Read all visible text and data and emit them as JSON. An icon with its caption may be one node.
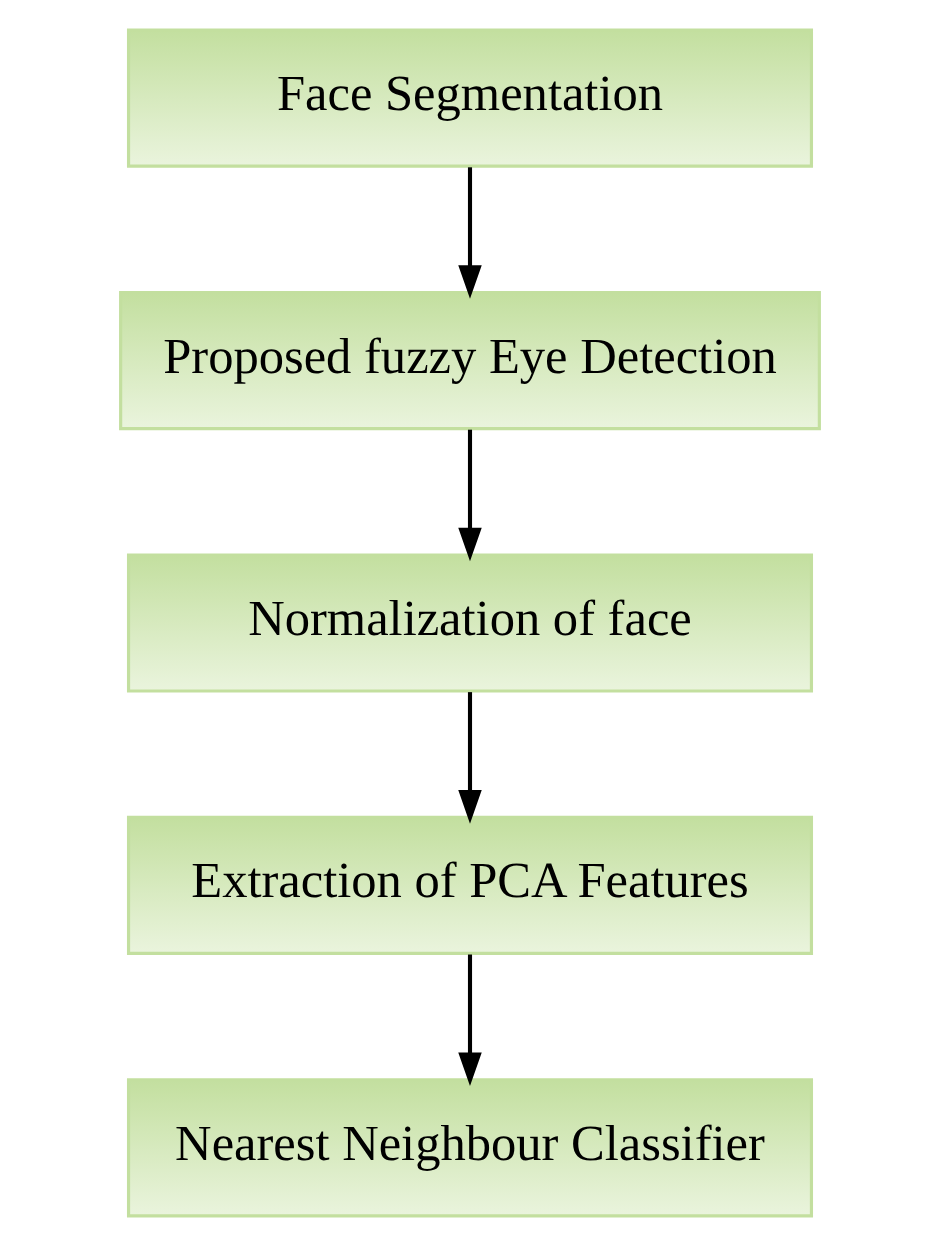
{
  "diagram": {
    "nodes": [
      {
        "text": [
          "Face Segmentation"
        ]
      },
      {
        "text": [
          "Proposed fuzzy Eye Detection"
        ]
      },
      {
        "text": [
          "Normalization of face"
        ]
      },
      {
        "text": [
          "Extraction of PCA Features"
        ]
      },
      {
        "text": [
          "Nearest Neighbour Classifier"
        ]
      }
    ],
    "edges": [
      {
        "from": 0,
        "to": 1,
        "arrow": "to"
      },
      {
        "from": 1,
        "to": 2,
        "arrow": "to"
      },
      {
        "from": 2,
        "to": 3,
        "arrow": "to"
      },
      {
        "from": 3,
        "to": 4,
        "arrow": "to"
      }
    ]
  }
}
